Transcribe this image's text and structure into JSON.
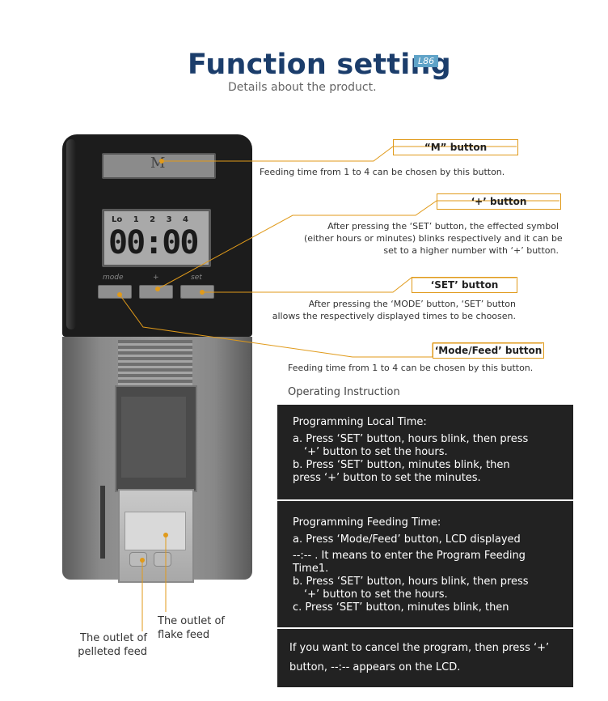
{
  "header": {
    "title": "Function setting",
    "model_badge": "L86",
    "subtitle": "Details about the product."
  },
  "device": {
    "m_glyph": "M",
    "lcd_indicators": "Lo 1 2 3 4",
    "lcd_time": "00:00",
    "button_labels": {
      "mode": "mode",
      "plus": "+",
      "set": "set"
    }
  },
  "callouts": {
    "m_button": {
      "label": "“M” button",
      "desc": "Feeding time from 1 to 4 can be chosen by this button."
    },
    "plus_button": {
      "label": "‘+’ button",
      "desc": [
        "After pressing the ‘SET’ button, the effected symbol",
        "(either hours or minutes) blinks respectively and it can be",
        "set to a higher number with ‘+’ button."
      ]
    },
    "set_button": {
      "label": "‘SET’ button",
      "desc": [
        "After pressing the ‘MODE’ button, ‘SET’ button",
        "allows the respectively displayed times to be choosen."
      ]
    },
    "mode_button": {
      "label": "‘Mode/Feed’ button",
      "desc": "Feeding time from 1 to 4 can be chosen by this button."
    }
  },
  "operating": {
    "title": "Operating Instruction",
    "local": {
      "heading": "Programming Local Time:",
      "lines": [
        "a. Press ‘SET’ button, hours blink, then press",
        "‘+’ button to set the hours.",
        "b. Press ‘SET’ button, minutes blink, then",
        "press ‘+’ button to set the minutes."
      ]
    },
    "feeding": {
      "heading": "Programming Feeding Time:",
      "lines": [
        "a. Press ‘Mode/Feed’ button, LCD displayed",
        "--:-- . It means to enter the Program Feeding",
        "Time1.",
        "b. Press ‘SET’ button, hours blink, then press",
        "‘+’ button to set the hours.",
        "c. Press ‘SET’ button, minutes blink, then"
      ]
    },
    "cancel": {
      "lines": [
        "If you want to cancel the program, then press ‘+’",
        "button, --:-- appears on the LCD."
      ]
    }
  },
  "outlets": {
    "pelleted": [
      "The outlet of",
      "pelleted feed"
    ],
    "flake": [
      "The outlet of",
      "flake feed"
    ]
  },
  "colors": {
    "accent": "#e09a1a",
    "title": "#1b3d6b",
    "panel": "#222222"
  }
}
